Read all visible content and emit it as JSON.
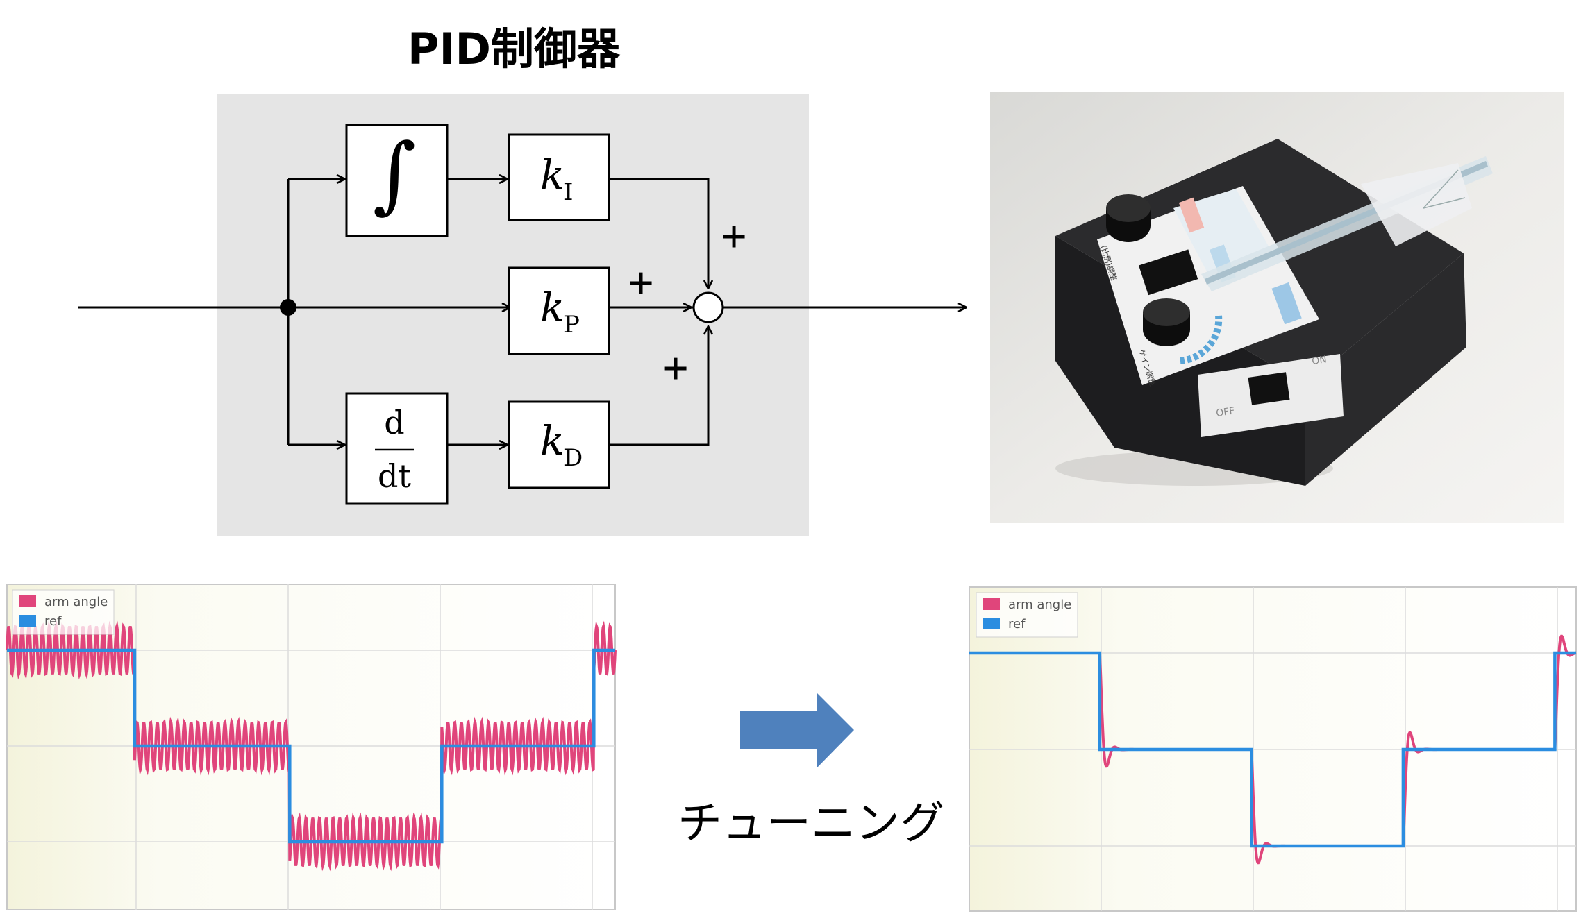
{
  "title": "PID制御器",
  "diagram": {
    "integral_symbol": "∫",
    "derivative_num": "d",
    "derivative_den": "dt",
    "gain_letter": "k",
    "gain_sub_i": "I",
    "gain_sub_p": "P",
    "gain_sub_d": "D",
    "sign_i": "+",
    "sign_p": "+",
    "sign_d": "+"
  },
  "photo": {
    "switch_off": "OFF",
    "switch_on": "ON",
    "knob_label_1": "(比例)調整",
    "knob_label_2": "ゲイン調整"
  },
  "arrow_label": "チューニング",
  "chart_data": [
    {
      "type": "line",
      "legend": [
        "arm angle",
        "ref"
      ],
      "colors": {
        "arm angle": "#e0457b",
        "ref": "#2b8de0"
      },
      "legend_placement": "top-left",
      "grid": true,
      "series": [
        {
          "name": "ref",
          "x": [
            0,
            0.21,
            0.21,
            0.465,
            0.465,
            0.715,
            0.715,
            0.965,
            0.965,
            1.0
          ],
          "y": [
            1,
            1,
            0,
            0,
            -1,
            -1,
            0,
            0,
            1,
            1
          ]
        },
        {
          "name": "arm angle",
          "behavior": "sustained oscillation around ref",
          "amplitude": 0.25
        }
      ]
    },
    {
      "type": "line",
      "legend": [
        "arm angle",
        "ref"
      ],
      "colors": {
        "arm angle": "#e0457b",
        "ref": "#2b8de0"
      },
      "legend_placement": "top-left",
      "grid": true,
      "series": [
        {
          "name": "ref",
          "x": [
            0,
            0.215,
            0.215,
            0.465,
            0.465,
            0.715,
            0.715,
            0.965,
            0.965,
            1.0
          ],
          "y": [
            1,
            1,
            0,
            0,
            -1,
            -1,
            0,
            0,
            1,
            1
          ]
        },
        {
          "name": "arm angle",
          "behavior": "tracks ref with small overshoot, settles quickly"
        }
      ]
    }
  ]
}
